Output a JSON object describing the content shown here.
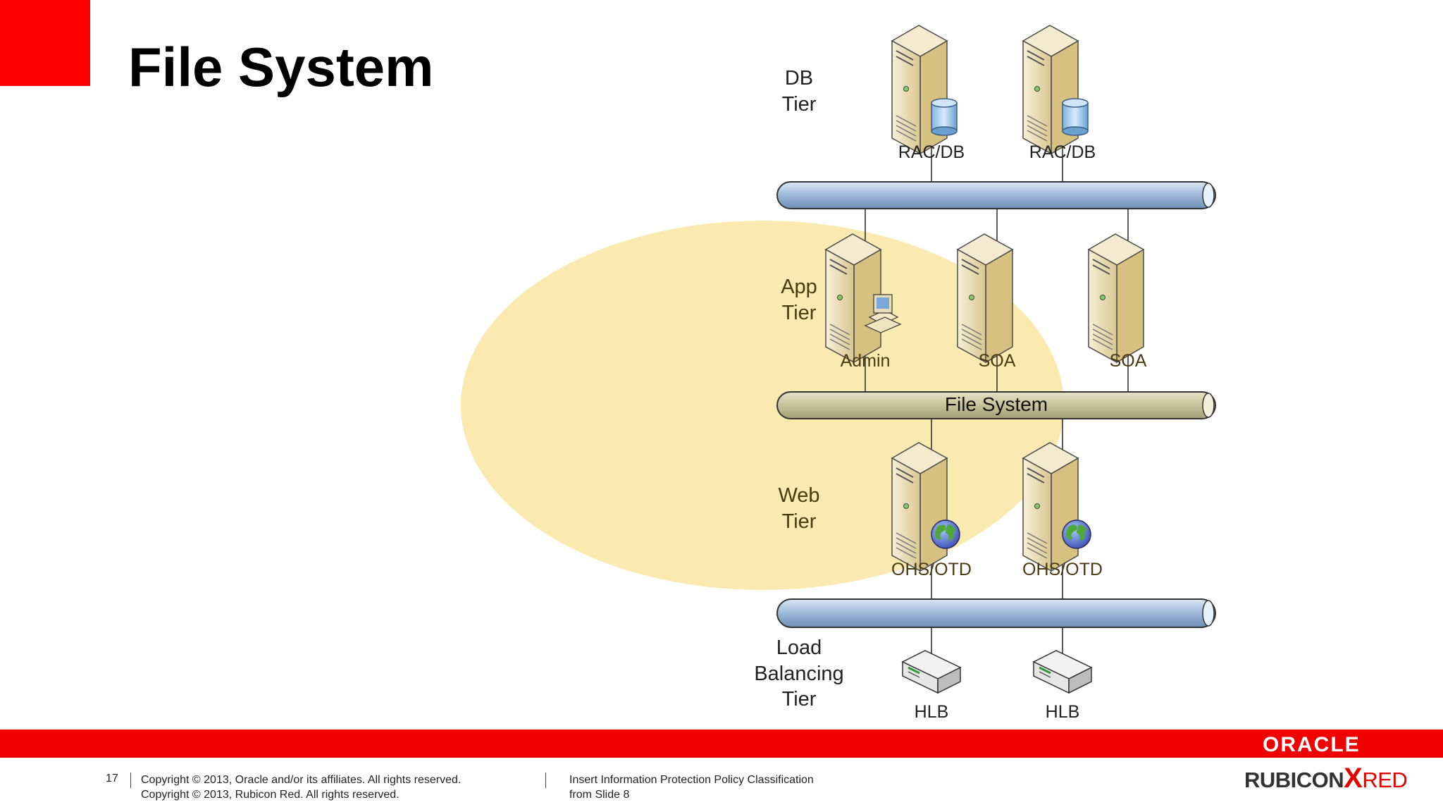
{
  "slide": {
    "title": "File System",
    "number": "17"
  },
  "diagram": {
    "tiers": {
      "db": [
        "DB",
        "Tier"
      ],
      "app": [
        "App",
        "Tier"
      ],
      "web": [
        "Web",
        "Tier"
      ],
      "lb": [
        "Load",
        "Balancing",
        "Tier"
      ]
    },
    "db_servers": [
      "RAC/DB",
      "RAC/DB"
    ],
    "app_servers": [
      "Admin",
      "SOA",
      "SOA"
    ],
    "web_servers": [
      "OHS/OTD",
      "OHS/OTD"
    ],
    "load_balancers": [
      "HLB",
      "HLB"
    ],
    "shared_bus_label": "File System",
    "colors": {
      "highlight": "#fbeab0",
      "bus_blue": "#9cb8d8",
      "bus_olive": "#c8c29a",
      "server": "#e6d4a0"
    }
  },
  "footer": {
    "copyright_line1": "Copyright © 2013, Oracle and/or its affiliates. All rights reserved.",
    "copyright_line2": "Copyright © 2013, Rubicon Red. All rights reserved.",
    "classification_line1": "Insert Information Protection Policy Classification",
    "classification_line2": "from Slide 8",
    "oracle_logo": "ORACLE",
    "rubicon_logo": {
      "part1": "RUBICON",
      "part2": "X",
      "part3": "RED"
    },
    "bar_color": "#f00000"
  }
}
